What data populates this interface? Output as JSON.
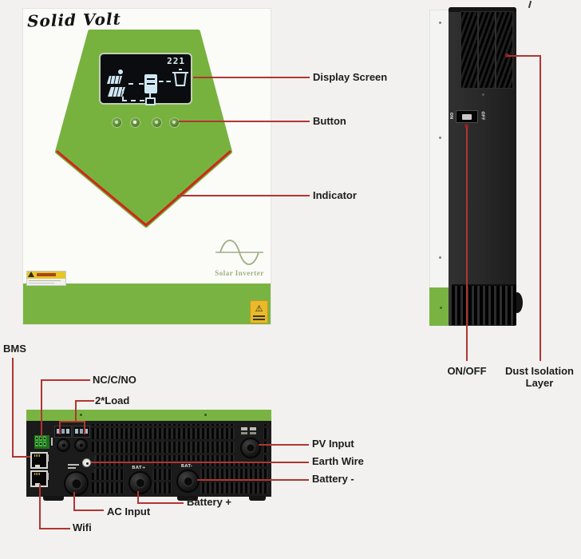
{
  "brand": "Solid Volt",
  "front_view": {
    "display_reading": "221",
    "logo_text": "Solar Inverter",
    "labels": {
      "display": "Display Screen",
      "button": "Button",
      "indicator": "Indicator"
    }
  },
  "side_view": {
    "switch_on": "ON",
    "switch_off": "OFF",
    "labels": {
      "onoff": "ON/OFF",
      "dust_line1": "Dust Isolation",
      "dust_line2": "Layer"
    }
  },
  "bottom_view": {
    "printed_bat_plus": "BAT+",
    "printed_bat_minus": "BAT-",
    "labels": {
      "bms": "BMS",
      "nc_c_no": "NC/C/NO",
      "load": "2*Load",
      "pv_input": "PV Input",
      "earth_wire": "Earth Wire",
      "battery_minus": "Battery -",
      "battery_plus": "Battery +",
      "ac_input": "AC Input",
      "wifi": "Wifi"
    }
  },
  "colors": {
    "brand_green": "#77b23f",
    "callout_red": "#b23530",
    "indicator_red": "#d02718",
    "panel_black": "#1b1b1b"
  }
}
